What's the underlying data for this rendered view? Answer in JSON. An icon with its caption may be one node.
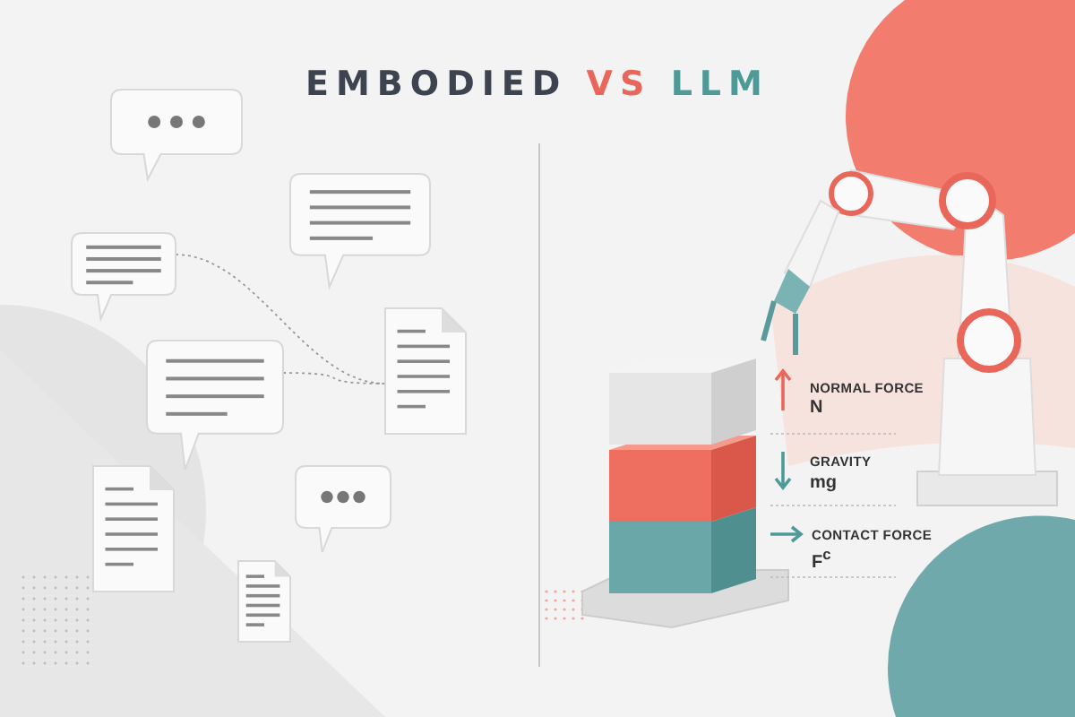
{
  "diagram": {
    "title": "EMBODIED VS LLM",
    "nodes": [
      {
        "text": [],
        "shape": "bubble"
      },
      {
        "text": [],
        "shape": "bubble"
      },
      {
        "text": [],
        "shape": "bubble"
      },
      {
        "text": [],
        "shape": "document"
      },
      {
        "text": [],
        "shape": "bubble"
      },
      {
        "text": [],
        "shape": "document"
      },
      {
        "text": [],
        "shape": "bubble"
      },
      {
        "text": [],
        "shape": "document"
      }
    ],
    "edges": [
      {
        "from": 2,
        "to": 3,
        "arrow": "none",
        "style": "dashed"
      },
      {
        "from": 4,
        "to": 3,
        "arrow": "none",
        "style": "dashed"
      }
    ],
    "labels": [
      "NORMAL FORCE",
      "N",
      "GRAVITY",
      "mg",
      "CONTACT FORCE",
      "F$^{c}$"
    ]
  }
}
